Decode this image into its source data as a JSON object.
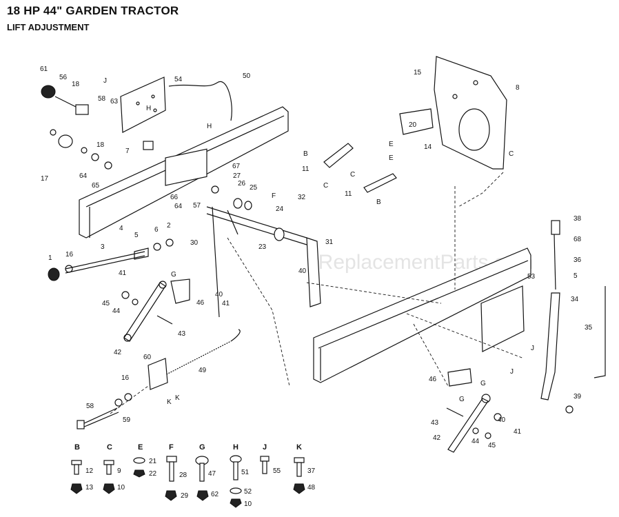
{
  "header": {
    "title": "18 HP 44\" GARDEN TRACTOR",
    "subtitle": "LIFT ADJUSTMENT"
  },
  "watermark": "eReplacementParts.com",
  "callouts": {
    "c61": "61",
    "c56": "56",
    "c18a": "18",
    "c58": "58",
    "c63": "63",
    "cJ1": "J",
    "c54": "54",
    "c50": "50",
    "cH1": "H",
    "cH2": "H",
    "c7": "7",
    "c17": "17",
    "c18b": "18",
    "c64a": "64",
    "c65": "65",
    "c15": "15",
    "c8": "8",
    "c20": "20",
    "c14": "14",
    "cE1": "E",
    "cE2": "E",
    "cB1": "B",
    "c11a": "11",
    "cC1": "C",
    "cC2": "C",
    "c11b": "11",
    "cB2": "B",
    "cC3": "C",
    "c67": "67",
    "c27": "27",
    "c26": "26",
    "c25": "25",
    "cF1": "F",
    "c24": "24",
    "c66": "66",
    "c64b": "64",
    "c57": "57",
    "c32": "32",
    "c23": "23",
    "c31": "31",
    "c4": "4",
    "c5a": "5",
    "c6": "6",
    "c2": "2",
    "c30": "30",
    "c3": "3",
    "c1": "1",
    "c16a": "16",
    "c41a": "41",
    "cG1": "G",
    "c46a": "46",
    "c40a": "40",
    "c41b": "41",
    "c40b": "40",
    "c45a": "45",
    "c44a": "44",
    "c43a": "43",
    "c42a": "42",
    "c60": "60",
    "c49": "49",
    "c16b": "16",
    "cK1": "K",
    "cK2": "K",
    "c59": "59",
    "c58b": "58",
    "c38": "38",
    "c68": "68",
    "c36": "36",
    "c5b": "5",
    "c34": "34",
    "c35": "35",
    "c53": "53",
    "cJ2": "J",
    "cJ3": "J",
    "c46b": "46",
    "cG2": "G",
    "cG3": "G",
    "c39": "39",
    "c43b": "43",
    "c42b": "42",
    "c44b": "44",
    "c45b": "45",
    "c40c": "40",
    "c41c": "41"
  },
  "legend": [
    {
      "letter": "B",
      "top": "12",
      "bottom": "13"
    },
    {
      "letter": "C",
      "top": "9",
      "bottom": "10"
    },
    {
      "letter": "E",
      "top": "21",
      "bottom": "22"
    },
    {
      "letter": "F",
      "top": "28",
      "bottom": "29"
    },
    {
      "letter": "G",
      "top": "47",
      "bottom": "62"
    },
    {
      "letter": "H",
      "top": "51",
      "bottom": "52",
      "extra": "10"
    },
    {
      "letter": "J",
      "top": "55",
      "bottom": ""
    },
    {
      "letter": "K",
      "top": "37",
      "bottom": "48"
    }
  ]
}
